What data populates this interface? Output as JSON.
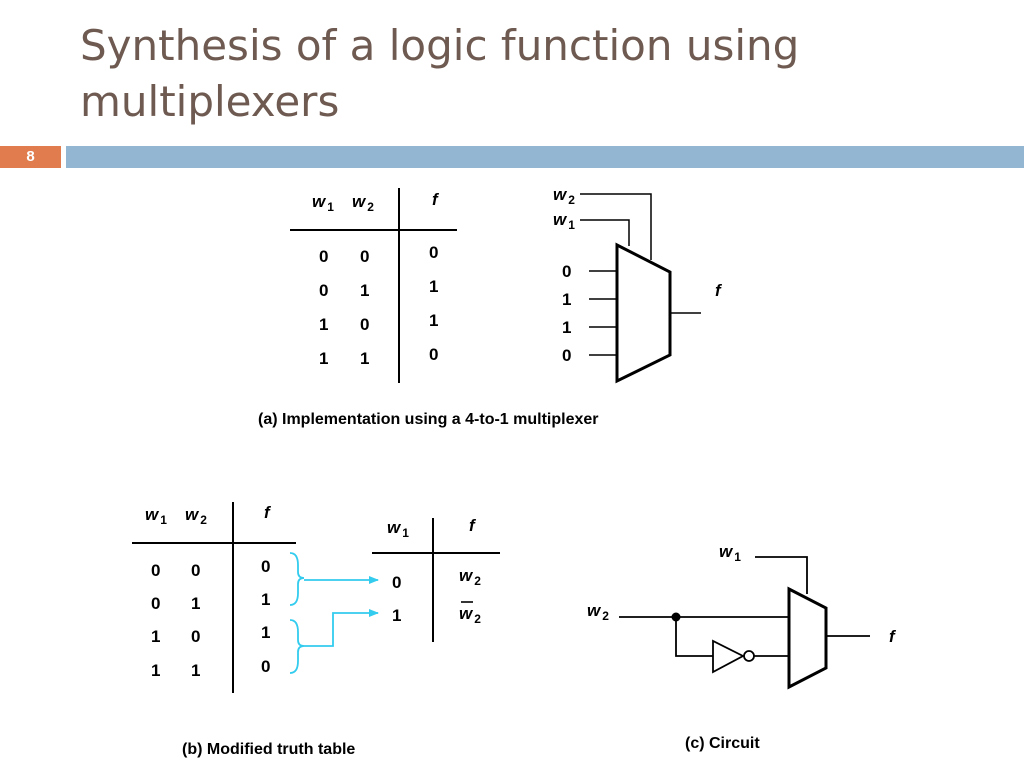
{
  "slide": {
    "title_line1": "Synthesis of a logic function using",
    "title_line2": "multiplexers",
    "page_number": "8"
  },
  "labels": {
    "w": "w",
    "one": "1",
    "two": "2",
    "f": "f"
  },
  "part_a": {
    "table_rows": [
      [
        "0",
        "0",
        "0"
      ],
      [
        "0",
        "1",
        "1"
      ],
      [
        "1",
        "0",
        "1"
      ],
      [
        "1",
        "1",
        "0"
      ]
    ],
    "mux_inputs": [
      "0",
      "1",
      "1",
      "0"
    ],
    "caption": "(a) Implementation using a 4-to-1 multiplexer"
  },
  "part_b": {
    "table_rows": [
      [
        "0",
        "0",
        "0"
      ],
      [
        "0",
        "1",
        "1"
      ],
      [
        "1",
        "0",
        "1"
      ],
      [
        "1",
        "1",
        "0"
      ]
    ],
    "reduced_rows": [
      [
        "0",
        "w2"
      ],
      [
        "1",
        "w2-bar"
      ]
    ],
    "caption": "(b) Modified truth table"
  },
  "part_c": {
    "caption": "(c) Circuit"
  },
  "colors": {
    "title": "#6e5a50",
    "band": "#93b6d3",
    "page_badge": "#e07c4d",
    "arrow": "#33ccee"
  }
}
